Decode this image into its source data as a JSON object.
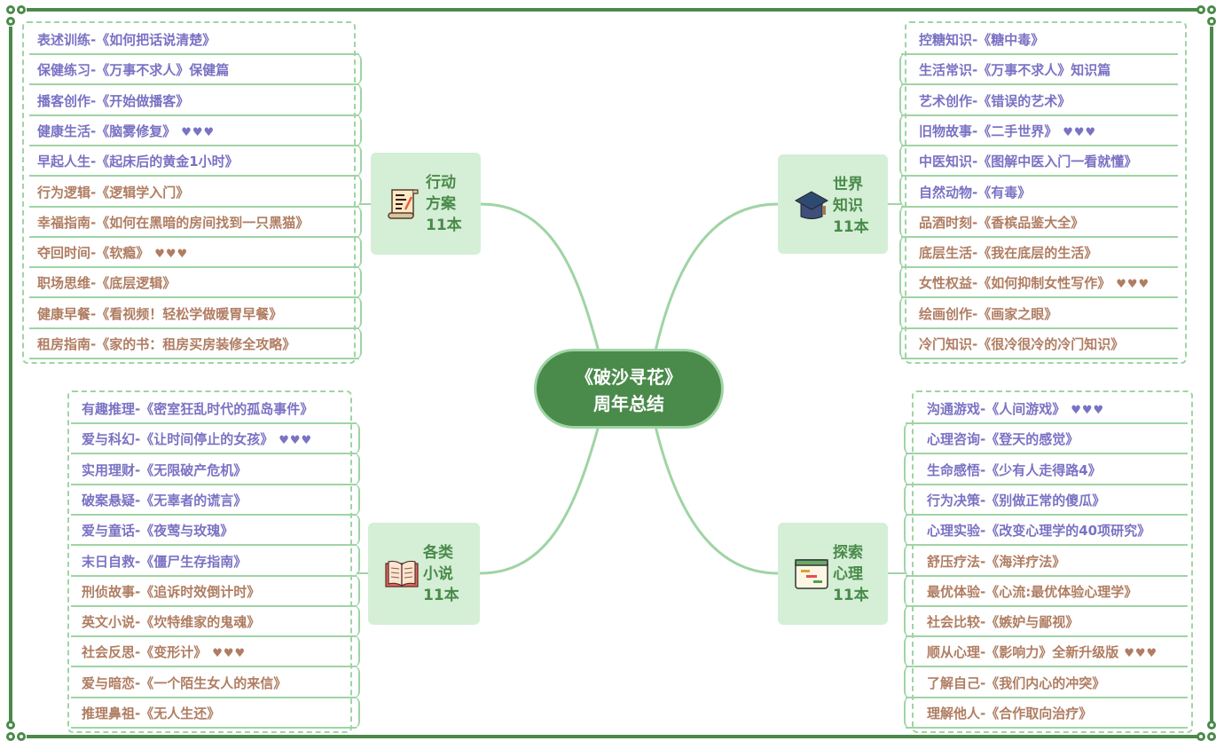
{
  "center": {
    "line1": "《破沙寻花》",
    "line2": "周年总结"
  },
  "branches": {
    "action": {
      "line1": "行动",
      "line2": "方案",
      "count": "11本",
      "icon": "scroll-icon"
    },
    "world": {
      "line1": "世界",
      "line2": "知识",
      "count": "11本",
      "icon": "graduation-cap-icon"
    },
    "novels": {
      "line1": "各类",
      "line2": "小说",
      "count": "11本",
      "icon": "open-book-icon"
    },
    "psych": {
      "line1": "探索",
      "line2": "心理",
      "count": "11本",
      "icon": "chart-board-icon"
    }
  },
  "colors": {
    "purple": "#7a72c4",
    "brown": "#b07d62",
    "green": "#4a8a4a",
    "line": "#9fd4a4",
    "node_bg": "#d4efd6"
  },
  "lists": {
    "action": [
      {
        "text": "表述训练-《如何把话说清楚》",
        "hearts": "",
        "color": "purple"
      },
      {
        "text": "保健练习-《万事不求人》保健篇",
        "hearts": "",
        "color": "purple"
      },
      {
        "text": "播客创作-《开始做播客》",
        "hearts": "",
        "color": "purple"
      },
      {
        "text": "健康生活-《脑雾修复》",
        "hearts": "♥♥♥",
        "color": "purple"
      },
      {
        "text": "早起人生-《起床后的黄金1小时》",
        "hearts": "",
        "color": "purple"
      },
      {
        "text": "行为逻辑-《逻辑学入门》",
        "hearts": "",
        "color": "brown"
      },
      {
        "text": "幸福指南-《如何在黑暗的房间找到一只黑猫》",
        "hearts": "",
        "color": "brown"
      },
      {
        "text": "夺回时间-《软瘾》",
        "hearts": "♥♥♥",
        "color": "brown"
      },
      {
        "text": "职场思维-《底层逻辑》",
        "hearts": "",
        "color": "brown"
      },
      {
        "text": "健康早餐-《看视频！轻松学做暖胃早餐》",
        "hearts": "",
        "color": "brown"
      },
      {
        "text": "租房指南-《家的书：租房买房装修全攻略》",
        "hearts": "",
        "color": "brown"
      }
    ],
    "world": [
      {
        "text": "控糖知识-《糖中毒》",
        "hearts": "",
        "color": "purple"
      },
      {
        "text": "生活常识-《万事不求人》知识篇",
        "hearts": "",
        "color": "purple"
      },
      {
        "text": "艺术创作-《错误的艺术》",
        "hearts": "",
        "color": "purple"
      },
      {
        "text": "旧物故事-《二手世界》",
        "hearts": "♥♥♥",
        "color": "purple"
      },
      {
        "text": "中医知识-《图解中医入门一看就懂》",
        "hearts": "",
        "color": "purple"
      },
      {
        "text": "自然动物-《有毒》",
        "hearts": "",
        "color": "purple"
      },
      {
        "text": "品酒时刻-《香槟品鉴大全》",
        "hearts": "",
        "color": "brown"
      },
      {
        "text": "底层生活-《我在底层的生活》",
        "hearts": "",
        "color": "brown"
      },
      {
        "text": "女性权益-《如何抑制女性写作》",
        "hearts": "♥♥♥",
        "color": "brown"
      },
      {
        "text": "绘画创作-《画家之眼》",
        "hearts": "",
        "color": "brown"
      },
      {
        "text": "冷门知识-《很冷很冷的冷门知识》",
        "hearts": "",
        "color": "brown"
      }
    ],
    "novels": [
      {
        "text": "有趣推理-《密室狂乱时代的孤岛事件》",
        "hearts": "",
        "color": "purple"
      },
      {
        "text": "爱与科幻-《让时间停止的女孩》",
        "hearts": "♥♥♥",
        "color": "purple"
      },
      {
        "text": "实用理财-《无限破产危机》",
        "hearts": "",
        "color": "purple"
      },
      {
        "text": "破案悬疑-《无辜者的谎言》",
        "hearts": "",
        "color": "purple"
      },
      {
        "text": "爱与童话-《夜莺与玫瑰》",
        "hearts": "",
        "color": "purple"
      },
      {
        "text": "末日自救-《僵尸生存指南》",
        "hearts": "",
        "color": "purple"
      },
      {
        "text": "刑侦故事-《追诉时效倒计时》",
        "hearts": "",
        "color": "brown"
      },
      {
        "text": "英文小说-《坎特维家的鬼魂》",
        "hearts": "",
        "color": "brown"
      },
      {
        "text": "社会反思-《变形计》",
        "hearts": "♥♥♥",
        "color": "brown"
      },
      {
        "text": "爱与暗恋-《一个陌生女人的来信》",
        "hearts": "",
        "color": "brown"
      },
      {
        "text": "推理鼻祖-《无人生还》",
        "hearts": "",
        "color": "brown"
      }
    ],
    "psych": [
      {
        "text": "沟通游戏-《人间游戏》",
        "hearts": "♥♥♥",
        "color": "purple"
      },
      {
        "text": "心理咨询-《登天的感觉》",
        "hearts": "",
        "color": "purple"
      },
      {
        "text": "生命感悟-《少有人走得路4》",
        "hearts": "",
        "color": "purple"
      },
      {
        "text": "行为决策-《别做正常的傻瓜》",
        "hearts": "",
        "color": "purple"
      },
      {
        "text": "心理实验-《改变心理学的40项研究》",
        "hearts": "",
        "color": "purple"
      },
      {
        "text": "舒压疗法-《海洋疗法》",
        "hearts": "",
        "color": "brown"
      },
      {
        "text": "最优体验-《心流:最优体验心理学》",
        "hearts": "",
        "color": "brown"
      },
      {
        "text": "社会比较-《嫉妒与鄙视》",
        "hearts": "",
        "color": "brown"
      },
      {
        "text": "顺从心理-《影响力》全新升级版",
        "hearts": "♥♥♥",
        "color": "brown"
      },
      {
        "text": "了解自己-《我们内心的冲突》",
        "hearts": "",
        "color": "brown"
      },
      {
        "text": "理解他人-《合作取向治疗》",
        "hearts": "",
        "color": "brown"
      }
    ]
  }
}
